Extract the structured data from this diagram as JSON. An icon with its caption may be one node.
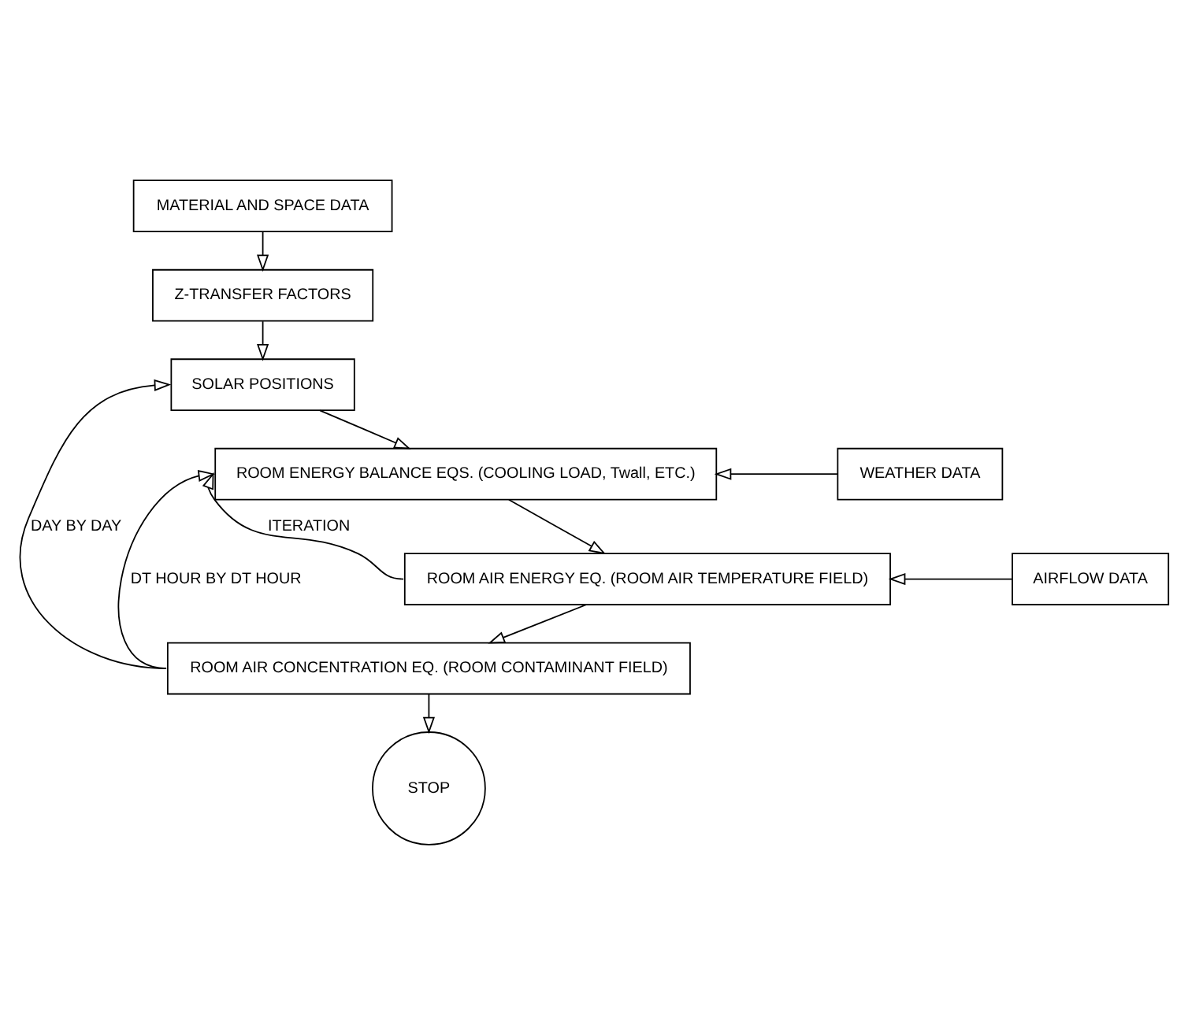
{
  "diagram": {
    "nodes": [
      {
        "text": [
          "MATERIAL AND SPACE DATA"
        ]
      },
      {
        "text": [
          "Z-TRANSFER FACTORS"
        ]
      },
      {
        "text": [
          "SOLAR POSITIONS"
        ]
      },
      {
        "text": [
          "WEATHER DATA"
        ]
      },
      {
        "text": [
          "ROOM ENERGY BALANCE EQS. (COOLING LOAD, Twall, ETC.)"
        ]
      },
      {
        "text": [
          "AIRFLOW DATA"
        ]
      },
      {
        "text": [
          "ROOM AIR ENERGY EQ. (ROOM AIR TEMPERATURE FIELD)"
        ]
      },
      {
        "text": [
          "ROOM AIR CONCENTRATION EQ. (ROOM CONTAMINANT FIELD)"
        ]
      },
      {
        "text": [
          "STOP"
        ]
      }
    ],
    "edges": [
      {
        "from": 0,
        "to": 1,
        "arrow": "to"
      },
      {
        "from": 1,
        "to": 2,
        "arrow": "to"
      },
      {
        "from": 2,
        "to": 4,
        "arrow": "to"
      },
      {
        "from": 3,
        "to": 4,
        "arrow": "to"
      },
      {
        "from": 4,
        "to": 6,
        "arrow": "to"
      },
      {
        "from": 5,
        "to": 6,
        "arrow": "to"
      },
      {
        "from": 6,
        "to": 7,
        "arrow": "to"
      },
      {
        "from": 7,
        "to": 8,
        "arrow": "to"
      },
      {
        "from": 6,
        "to": 4,
        "arrow": "to",
        "label": "ITERATION"
      },
      {
        "from": 7,
        "to": 4,
        "arrow": "to",
        "label": "DT HOUR BY DT HOUR"
      },
      {
        "from": 7,
        "to": 2,
        "arrow": "to",
        "label": "DAY BY DAY"
      }
    ]
  }
}
